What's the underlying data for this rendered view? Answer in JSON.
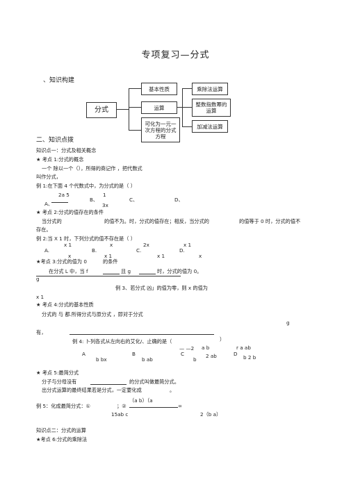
{
  "title": "专项复习—分式",
  "section1": "、知识构建",
  "mindmap": {
    "root": "分式",
    "mid": [
      "基本性质",
      "运算",
      "可化为一元一次方程的分式方程"
    ],
    "right": [
      "乘除法运算",
      "整数指数幂的运算",
      "加减法运算"
    ]
  },
  "section2": "二、知识点拨",
  "lines": [
    "知识点一：分式及相关概念",
    "★ 考点 1:分式的概念",
    "一个  除以一个（），所得的商记作 ，把代数式",
    "叫作分式，",
    "例 1:在下面 4 个代数式中，为分式的是（              ）",
    "2a  5",
    "1",
    "B、",
    "C、",
    "D、",
    "A、",
    "3x",
    "★ 考点 2:分式的值存在的条件",
    "当分式的",
    "的值不为。时，分式的值存在；相反，当分式的",
    "的值等于 0 时，分式的值不",
    "存在。",
    "例 2:当 X 1 时，下列分式的值不存在是（                    ）",
    "x  1",
    "x",
    "2x",
    "x  1",
    "A.",
    "B.",
    "C.",
    "D.",
    "x",
    "x  1",
    "x  1",
    "x",
    "★考点 3:分式的值为 0",
    "的条件",
    "在分式 L 中，当 f",
    "且 g",
    "时，分式的值为 0。",
    "g",
    "例 3、若分式 凶」的值为零，则 x 的值为",
    "x  1",
    "★ 考点 4:分式的基本性质",
    "分式的 与 都.所得分式与原分式 ，即对于分式",
    "有，",
    "g",
    "例 4: 卜列各式从左向右的艾化/、止确的是（",
    "）",
    "a  b",
    "r     a      ab",
    "—  —2",
    "A",
    "B",
    "C",
    "D",
    "b  bx",
    "b  ab",
    "b",
    "2  ab",
    "b     2  b",
    "★ 考点 5:最简分式",
    "分子与分母没有",
    "的分式叫做最简分式。",
    "出分式运算的最终结果若是分式，一定要化成",
    "。",
    "例 5：化成最简分式：①",
    "；②",
    "（a  b）（a",
    "=",
    "15ab  c",
    "2（b  a）",
    "知识点二：分式的运算",
    "★考点 6:分式的乘除法"
  ]
}
